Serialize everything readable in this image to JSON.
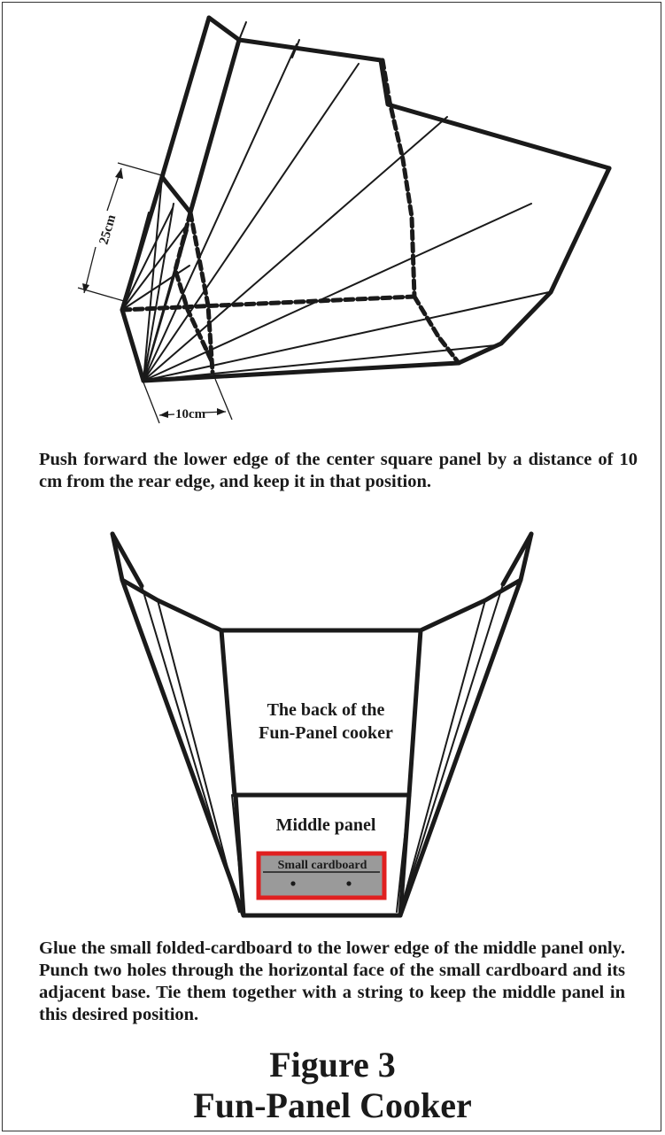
{
  "diagram_top": {
    "dimension_height": "25cm",
    "dimension_depth": "10cm"
  },
  "caption_top": "Push forward the lower edge of the center square panel by a distance of 10 cm from the rear edge, and keep it in that position.",
  "diagram_bottom": {
    "back_label_line1": "The back of the",
    "back_label_line2": "Fun-Panel cooker",
    "middle_panel_label": "Middle panel",
    "small_cardboard_label": "Small cardboard",
    "cardboard_fill": "#9a9a9a",
    "cardboard_outline": "#e02020"
  },
  "caption_bottom": "Glue the small folded-cardboard to the lower edge of the middle panel only.  Punch two holes through the horizontal face of the small cardboard and its adjacent base.  Tie them together with a string to keep the middle panel in this desired position.",
  "figure_number": "Figure 3",
  "figure_name": "Fun-Panel Cooker"
}
